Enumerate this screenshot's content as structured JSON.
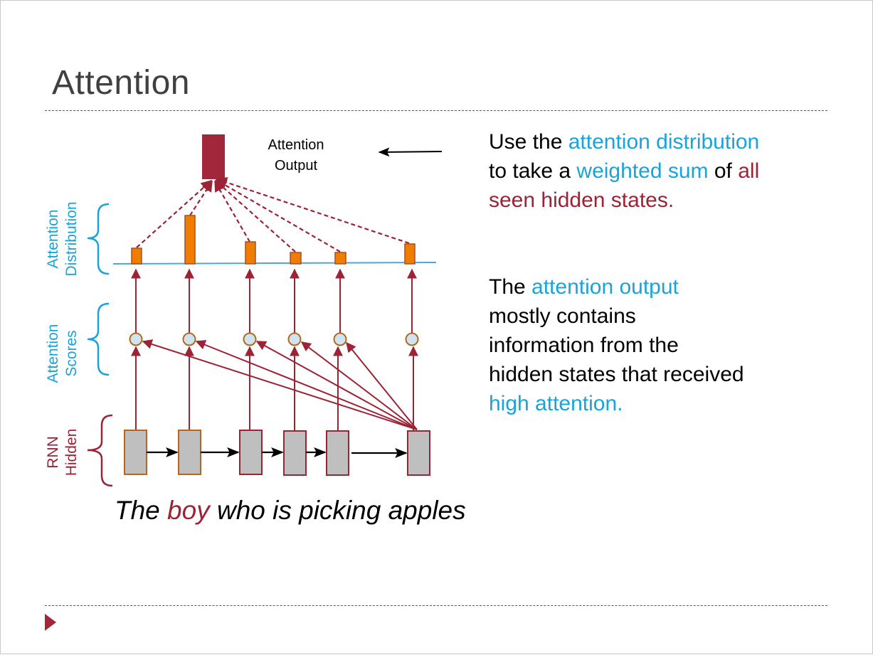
{
  "slide": {
    "title": "Attention"
  },
  "diagram": {
    "output_label_line1": "Attention",
    "output_label_line2": "Output",
    "group_labels": {
      "distribution_line1": "Attention",
      "distribution_line2": "Distribution",
      "scores_line1": "Attention",
      "scores_line2": "Scores",
      "hidden_line1": "RNN",
      "hidden_line2": "Hidden"
    },
    "sentence": {
      "word1": "The ",
      "word2": "boy",
      "rest": " who is picking apples"
    }
  },
  "text": {
    "p1": {
      "s1": "Use the ",
      "s2": "attention distribution",
      "s3": " to take a ",
      "s4": "weighted sum",
      "s5": " of ",
      "s6": "all seen hidden states."
    },
    "p2": {
      "s1": "The ",
      "s2": "attention output",
      "s3": " mostly contains information from the hidden states that received ",
      "s4": "high attention."
    }
  },
  "colors": {
    "accent_blue": "#1aa3d9",
    "accent_red": "#9b2335",
    "bar_orange": "#f07c00",
    "hidden_gray": "#bfbfbf",
    "output_red": "#a0283a"
  },
  "icons": {
    "footer": "triangle-right-icon",
    "pointer": "arrow-left-icon"
  }
}
